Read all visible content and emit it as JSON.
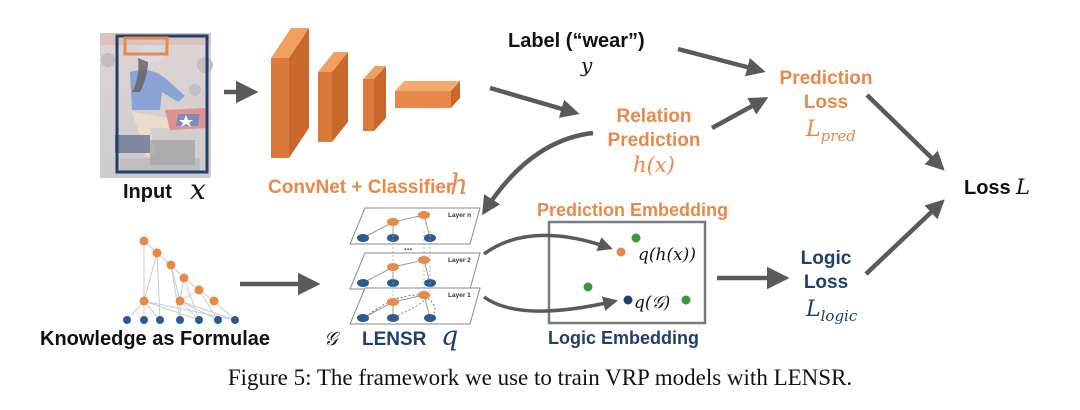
{
  "colors": {
    "orange": "#E8894A",
    "orange_dark": "#C8692B",
    "navy": "#1F3F6E",
    "node_blue": "#2B5A94",
    "green": "#3A9A3A",
    "arrow_gray": "#5A5A5A",
    "black": "#111111"
  },
  "input": {
    "label": "Input",
    "symbol": "x"
  },
  "convnet": {
    "label": "ConvNet + Classifier",
    "symbol": "h"
  },
  "label_node": {
    "label": "Label (“wear”)",
    "symbol": "y"
  },
  "relation_prediction": {
    "line1": "Relation",
    "line2": "Prediction",
    "symbol": "h(x)"
  },
  "prediction_loss": {
    "line1": "Prediction",
    "line2": "Loss",
    "symbol_main": "L",
    "symbol_sub": "pred"
  },
  "total_loss": {
    "label": "Loss",
    "symbol": "L"
  },
  "knowledge": {
    "label": "Knowledge as Formulae",
    "symbol": "𝒢"
  },
  "lensr": {
    "label": "LENSR",
    "symbol": "q",
    "layers": [
      "Layer n",
      "Layer 2",
      "Layer 1"
    ],
    "ellipsis": "..."
  },
  "embedding": {
    "top_label": "Prediction Embedding",
    "bottom_label": "Logic Embedding",
    "pred_point_label": "q(h(x))",
    "logic_point_label": "q(𝒢)"
  },
  "logic_loss": {
    "line1": "Logic",
    "line2": "Loss",
    "symbol_main": "L",
    "symbol_sub": "logic"
  },
  "caption": "Figure 5:  The framework we use to train VRP models with LENSR."
}
